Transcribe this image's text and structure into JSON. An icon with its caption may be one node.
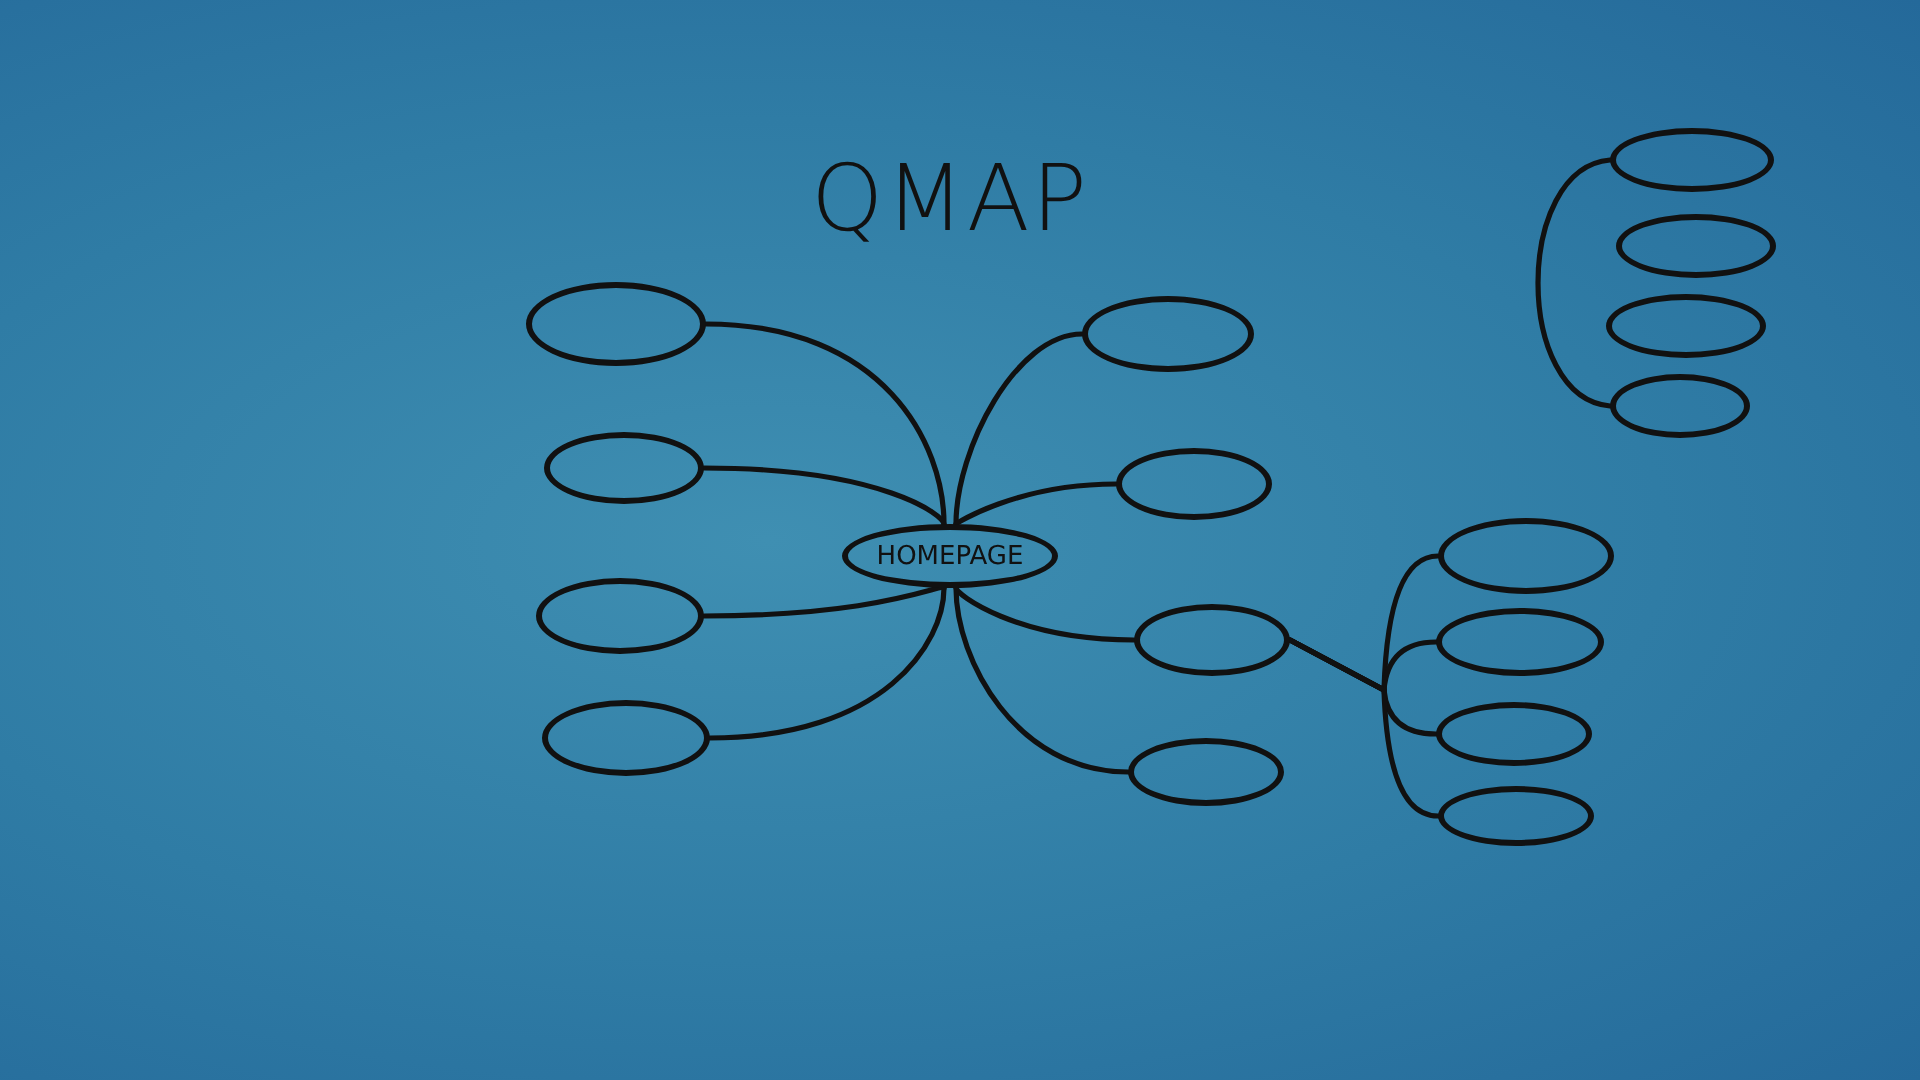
{
  "diagram": {
    "title": "QMAP",
    "nodes": [
      {
        "text": [
          "HOMEPAGE"
        ]
      },
      {
        "text": [],
        "shape": "ellipse"
      },
      {
        "text": [],
        "shape": "ellipse"
      },
      {
        "text": [],
        "shape": "ellipse"
      },
      {
        "text": [],
        "shape": "ellipse"
      },
      {
        "text": [],
        "shape": "ellipse"
      },
      {
        "text": [],
        "shape": "ellipse"
      },
      {
        "text": [],
        "shape": "ellipse"
      },
      {
        "text": [],
        "shape": "ellipse"
      },
      {
        "text": [],
        "shape": "ellipse"
      },
      {
        "text": [],
        "shape": "ellipse"
      },
      {
        "text": [],
        "shape": "ellipse"
      },
      {
        "text": [],
        "shape": "ellipse"
      },
      {
        "text": [],
        "shape": "ellipse"
      },
      {
        "text": [],
        "shape": "ellipse"
      },
      {
        "text": [],
        "shape": "ellipse"
      },
      {
        "text": [],
        "shape": "ellipse"
      }
    ],
    "edges": [
      {
        "from": 0,
        "to": 1,
        "arrow": "none"
      },
      {
        "from": 0,
        "to": 2,
        "arrow": "none"
      },
      {
        "from": 0,
        "to": 3,
        "arrow": "none"
      },
      {
        "from": 0,
        "to": 4,
        "arrow": "none"
      },
      {
        "from": 0,
        "to": 5,
        "arrow": "none"
      },
      {
        "from": 0,
        "to": 6,
        "arrow": "none"
      },
      {
        "from": 0,
        "to": 7,
        "arrow": "none"
      },
      {
        "from": 0,
        "to": 8,
        "arrow": "none"
      },
      {
        "from": 7,
        "to": 9,
        "arrow": "none"
      },
      {
        "from": 7,
        "to": 10,
        "arrow": "none"
      },
      {
        "from": 7,
        "to": 11,
        "arrow": "none"
      },
      {
        "from": 7,
        "to": 12,
        "arrow": "none"
      },
      {
        "from": 13,
        "to": 16,
        "arrow": "none"
      }
    ]
  }
}
